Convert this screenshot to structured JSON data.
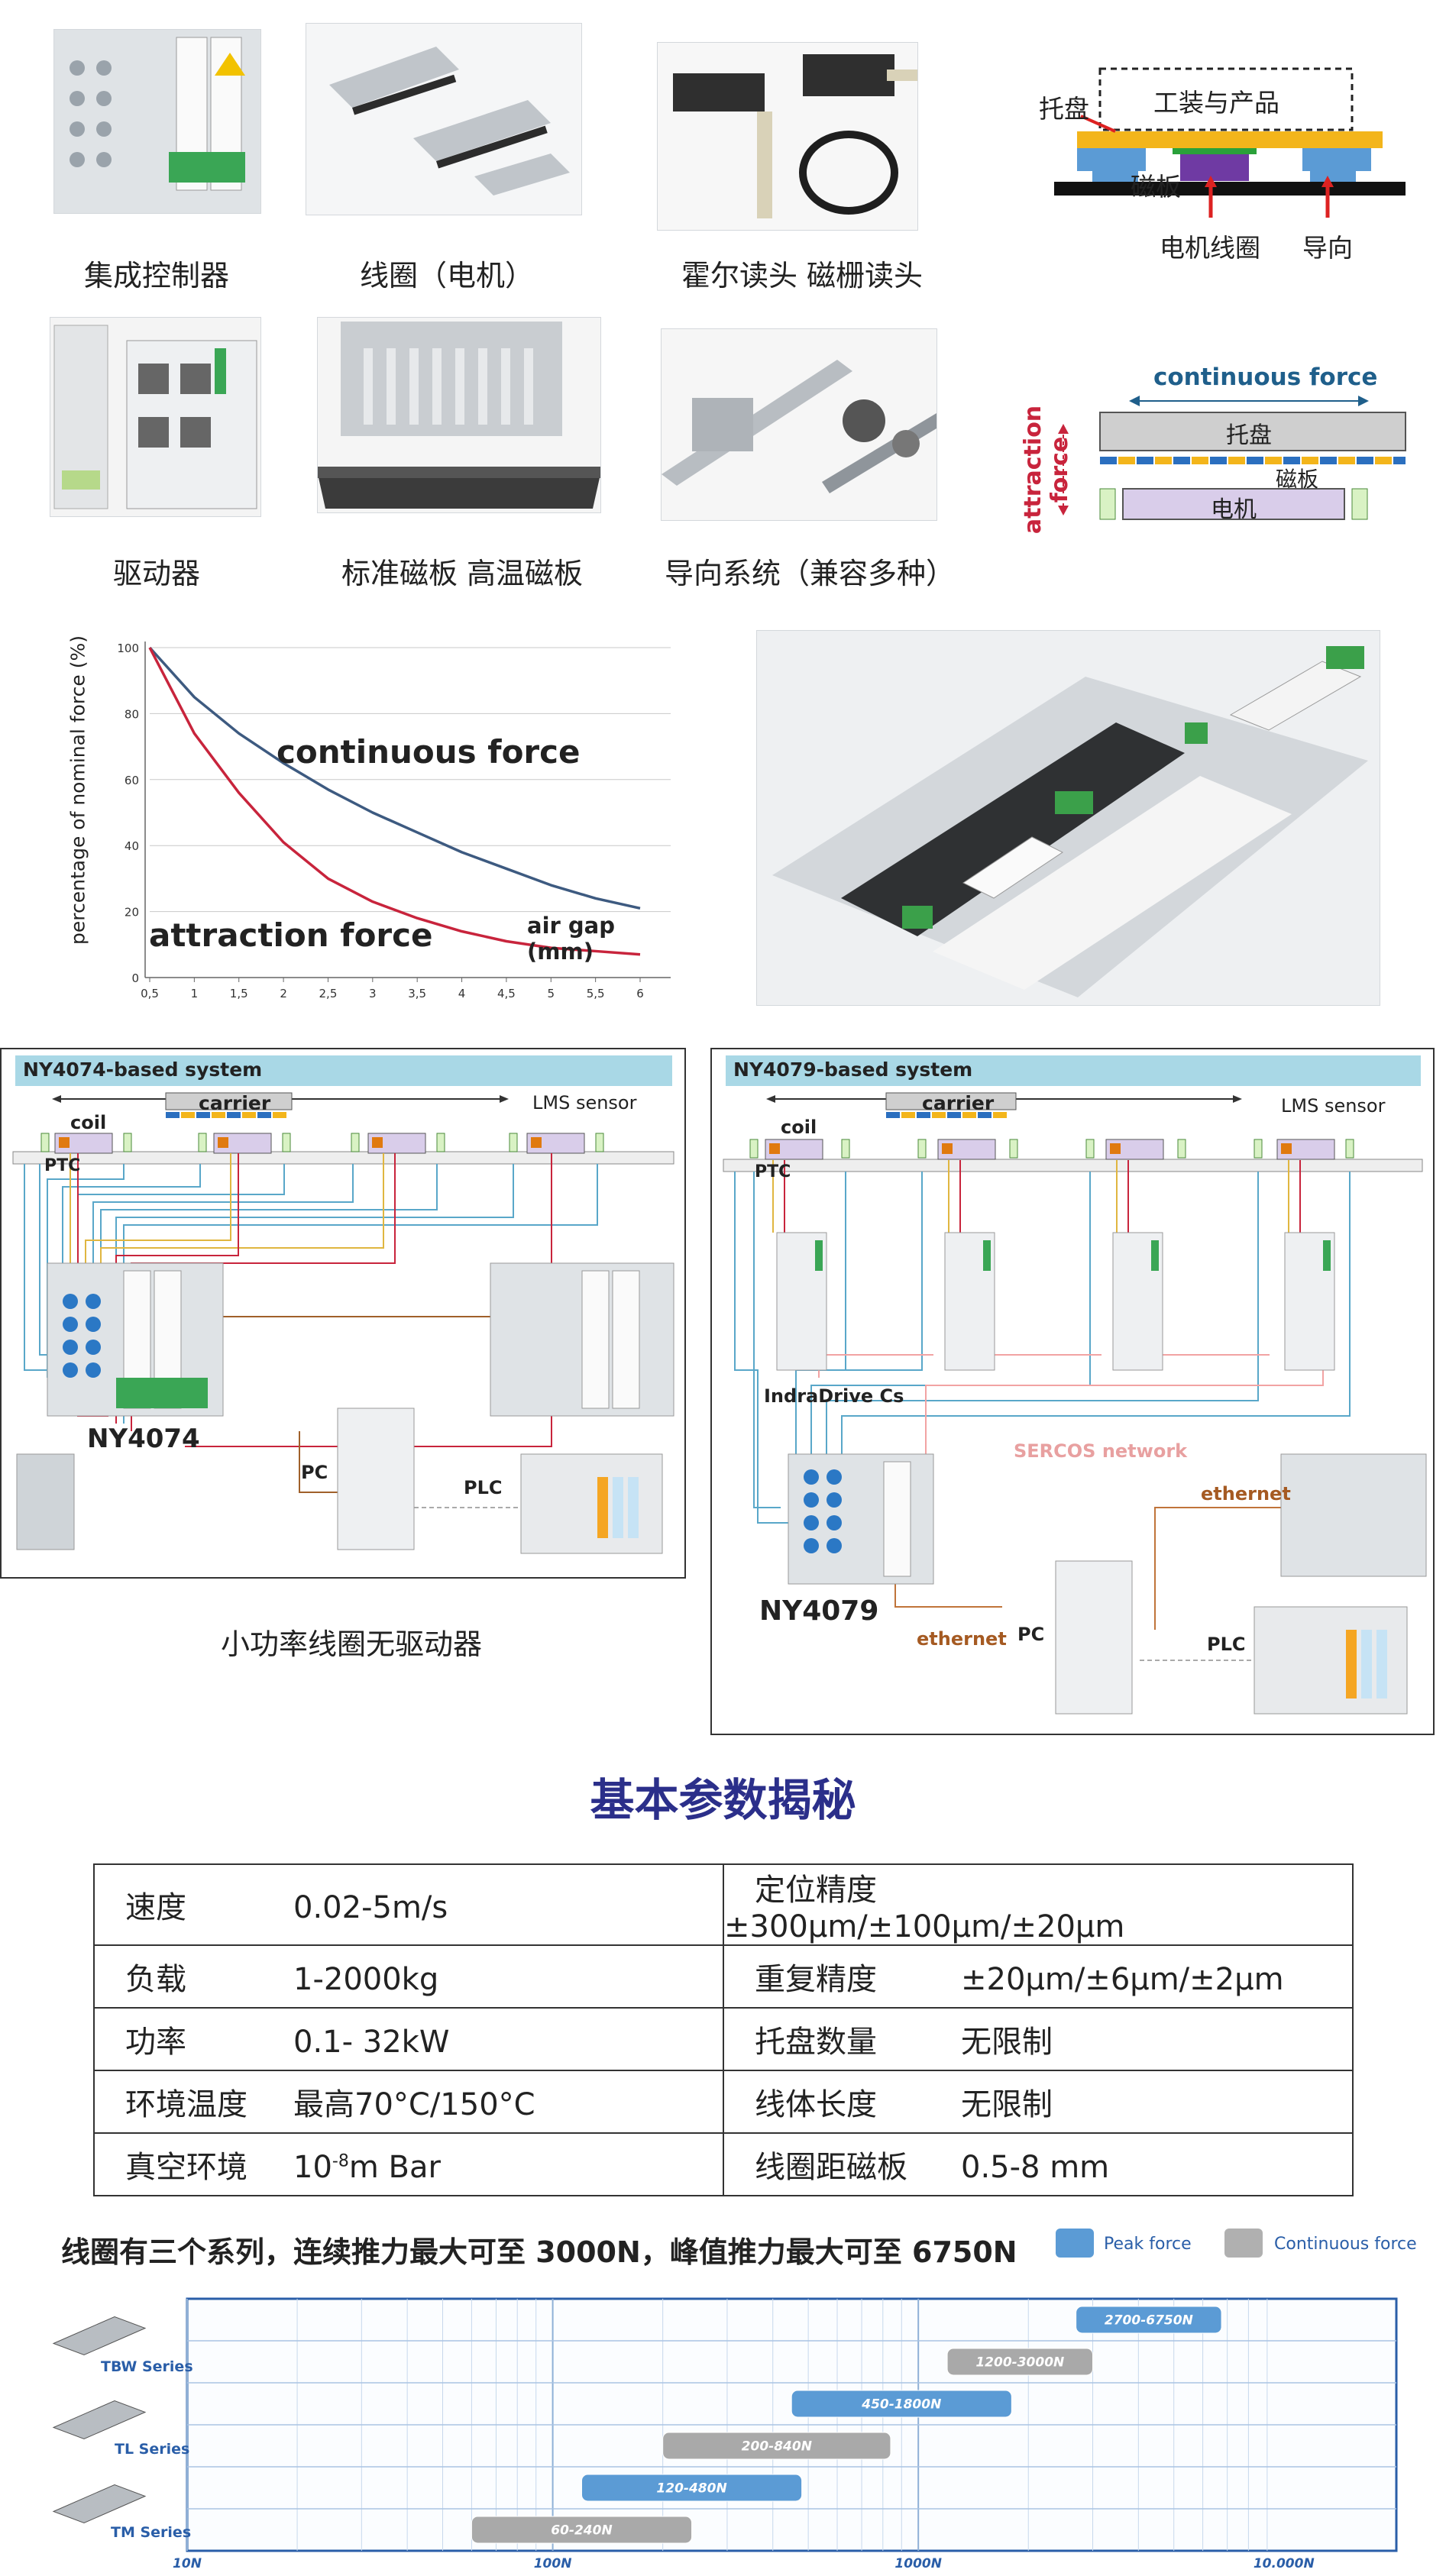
{
  "row1": {
    "captions": [
      "集成控制器",
      "线圈（电机）",
      "霍尔读头 磁栅读头"
    ],
    "diagram": {
      "fixture_label": "工装与产品",
      "tray_label": "托盘",
      "magnet_label": "磁板",
      "coil_label": "电机线圈",
      "guide_label": "导向"
    }
  },
  "row2": {
    "captions": [
      "驱动器",
      "标准磁板 高温磁板",
      "导向系统（兼容多种）"
    ],
    "diagram": {
      "continuous_label": "continuous force",
      "attraction_label": "attraction  force",
      "tray_label": "托盘",
      "magnet_label": "磁板",
      "motor_label": "电机"
    }
  },
  "force_chart": {
    "ylabel": "percentage of nominal force (%)",
    "xlabel": "air gap  (mm)",
    "continuous_label": "continuous force",
    "attraction_label": "attraction force"
  },
  "chart_data": {
    "type": "line",
    "x": [
      0.5,
      1,
      1.5,
      2,
      2.5,
      3,
      3.5,
      4,
      4.5,
      5,
      5.5,
      6
    ],
    "x_tick_labels": [
      "0,5",
      "1",
      "1,5",
      "2",
      "2,5",
      "3",
      "3,5",
      "4",
      "4,5",
      "5",
      "5,5",
      "6"
    ],
    "y_ticks": [
      0,
      20,
      40,
      60,
      80,
      100
    ],
    "ylim": [
      0,
      100
    ],
    "series": [
      {
        "name": "continuous force",
        "color": "#3d5a80",
        "values": [
          100,
          85,
          74,
          65,
          57,
          50,
          44,
          38,
          33,
          28,
          24,
          21
        ]
      },
      {
        "name": "attraction force",
        "color": "#c8243c",
        "values": [
          100,
          74,
          56,
          41,
          30,
          23,
          18,
          14,
          11,
          9,
          8,
          7
        ]
      }
    ],
    "grid": true
  },
  "system_left": {
    "title": "NY4074-based system",
    "carrier": "carrier",
    "coil": "coil",
    "lms": "LMS sensor",
    "ptc": "PTC",
    "controller": "NY4074",
    "pc": "PC",
    "plc": "PLC"
  },
  "system_right": {
    "title": "NY4079-based system",
    "carrier": "carrier",
    "coil": "coil",
    "lms": "LMS sensor",
    "ptc": "PTC",
    "drive": "IndraDrive Cs",
    "sercos": "SERCOS network",
    "ethernet1": "ethernet",
    "ethernet2": "ethernet",
    "controller": "NY4079",
    "pc": "PC",
    "plc": "PLC"
  },
  "low_power_caption": "小功率线圈无驱动器",
  "params_title": "基本参数揭秘",
  "params": [
    {
      "k1": "速度",
      "v1": "0.02-5m/s",
      "k2": "定位精度",
      "v2": "±300μm/±100μm/±20μm"
    },
    {
      "k1": "负载",
      "v1": "1-2000kg",
      "k2": "重复精度",
      "v2": "±20μm/±6μm/±2μm"
    },
    {
      "k1": "功率",
      "v1": "0.1- 32kW",
      "k2": "托盘数量",
      "v2": "无限制"
    },
    {
      "k1": "环境温度",
      "v1": "最高70°C/150°C",
      "k2": "线体长度",
      "v2": "无限制"
    },
    {
      "k1": "真空环境",
      "v1": "10",
      "v1_sup": "-8",
      "v1_tail": "m Bar",
      "k2": "线圈距磁板",
      "v2": "0.5-8 mm"
    }
  ],
  "series_chart": {
    "title": "线圈有三个系列，连续推力最大可至 3000N，峰值推力最大可至 6750N",
    "legend_peak": "Peak force",
    "legend_cont": "Continuous force",
    "peak_color": "#5b9bd5",
    "cont_color": "#a9a9a9",
    "series_labels": [
      "TBW Series",
      "TL Series",
      "TM Series"
    ],
    "x_labels": [
      "10N",
      "100N",
      "1000N",
      "10.000N"
    ],
    "bars": [
      {
        "label": "2700-6750N",
        "type": "peak",
        "lo": 2700,
        "hi": 6750,
        "row": 0
      },
      {
        "label": "1200-3000N",
        "type": "cont",
        "lo": 1200,
        "hi": 3000,
        "row": 1
      },
      {
        "label": "450-1800N",
        "type": "peak",
        "lo": 450,
        "hi": 1800,
        "row": 2
      },
      {
        "label": "200-840N",
        "type": "cont",
        "lo": 200,
        "hi": 840,
        "row": 3
      },
      {
        "label": "120-480N",
        "type": "peak",
        "lo": 120,
        "hi": 480,
        "row": 4
      },
      {
        "label": "60-240N",
        "type": "cont",
        "lo": 60,
        "hi": 240,
        "row": 5
      }
    ]
  }
}
